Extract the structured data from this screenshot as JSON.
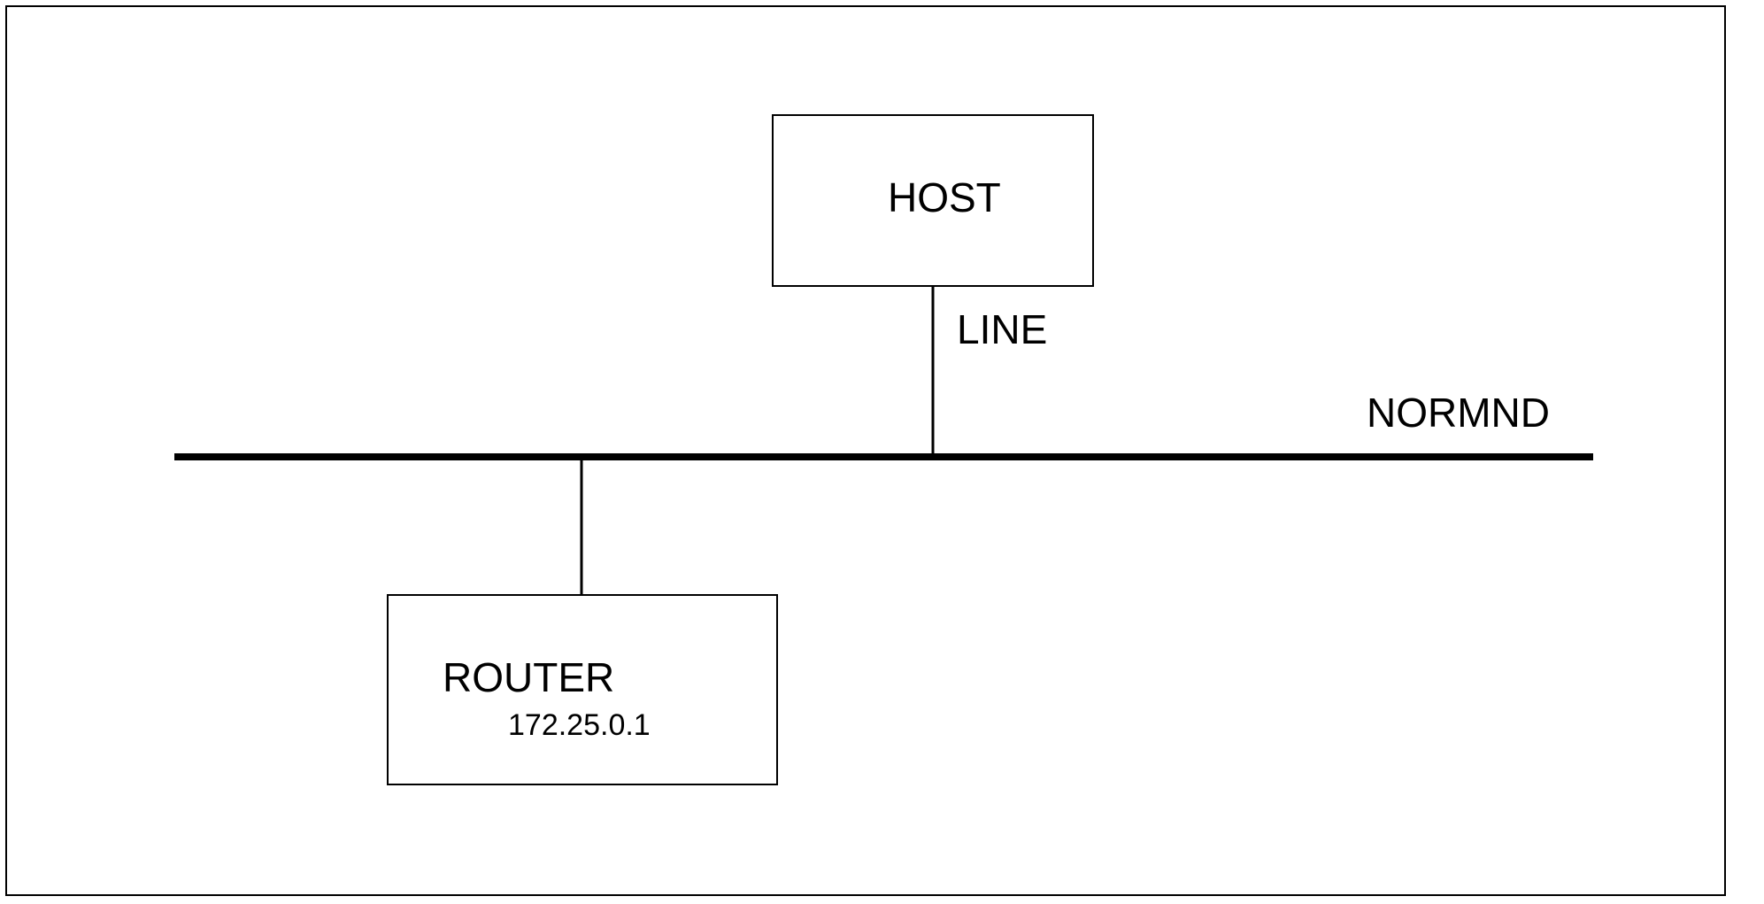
{
  "diagram": {
    "nodes": {
      "host": {
        "label": "HOST"
      },
      "router": {
        "label": "ROUTER",
        "address": "172.25.0.1"
      }
    },
    "network": {
      "label": "NORMND"
    },
    "links": {
      "host_link": {
        "label": "LINE"
      }
    },
    "colors": {
      "stroke": "#000000",
      "background": "#ffffff"
    }
  }
}
